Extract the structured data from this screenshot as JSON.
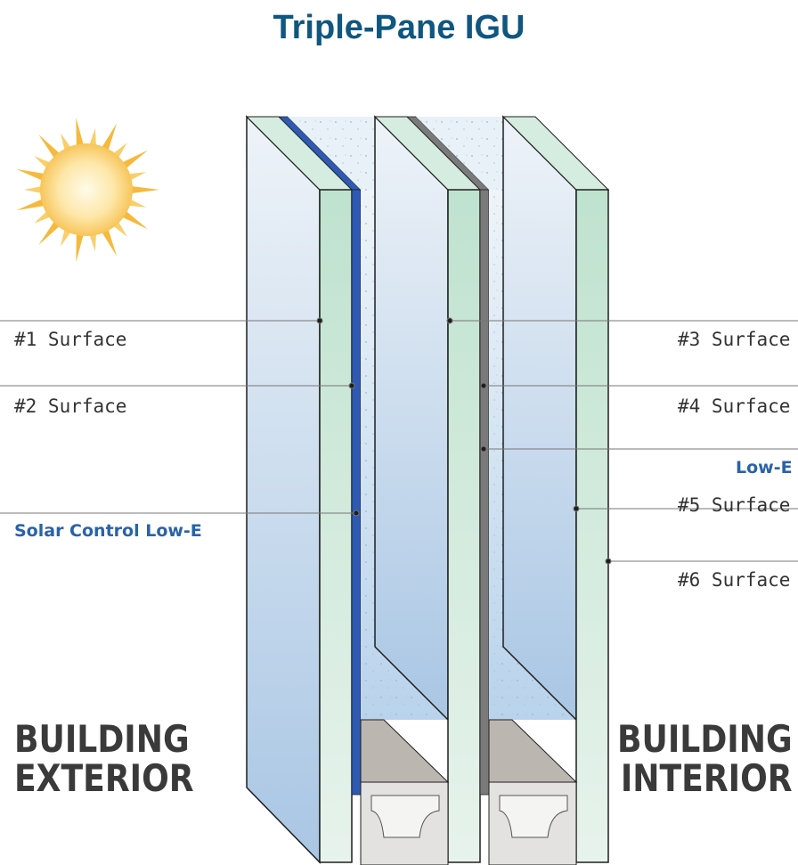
{
  "title": "Triple-Pane IGU",
  "labels": {
    "s1": "#1 Surface",
    "s2": "#2 Surface",
    "solar_lowe": "Solar Control Low-E",
    "s3": "#3 Surface",
    "s4": "#4 Surface",
    "lowe": "Low-E",
    "s5": "#5 Surface",
    "s6": "#6 Surface"
  },
  "sides": {
    "exterior_1": "BUILDING",
    "exterior_2": "EXTERIOR",
    "interior_1": "BUILDING",
    "interior_2": "INTERIOR"
  },
  "colors": {
    "title": "#0f5680",
    "glass_edge": "#cfe8d8",
    "solar_coating": "#2e5ab4",
    "lowe_coating": "#7a7a7a",
    "lowe_text": "#2a62a8"
  }
}
